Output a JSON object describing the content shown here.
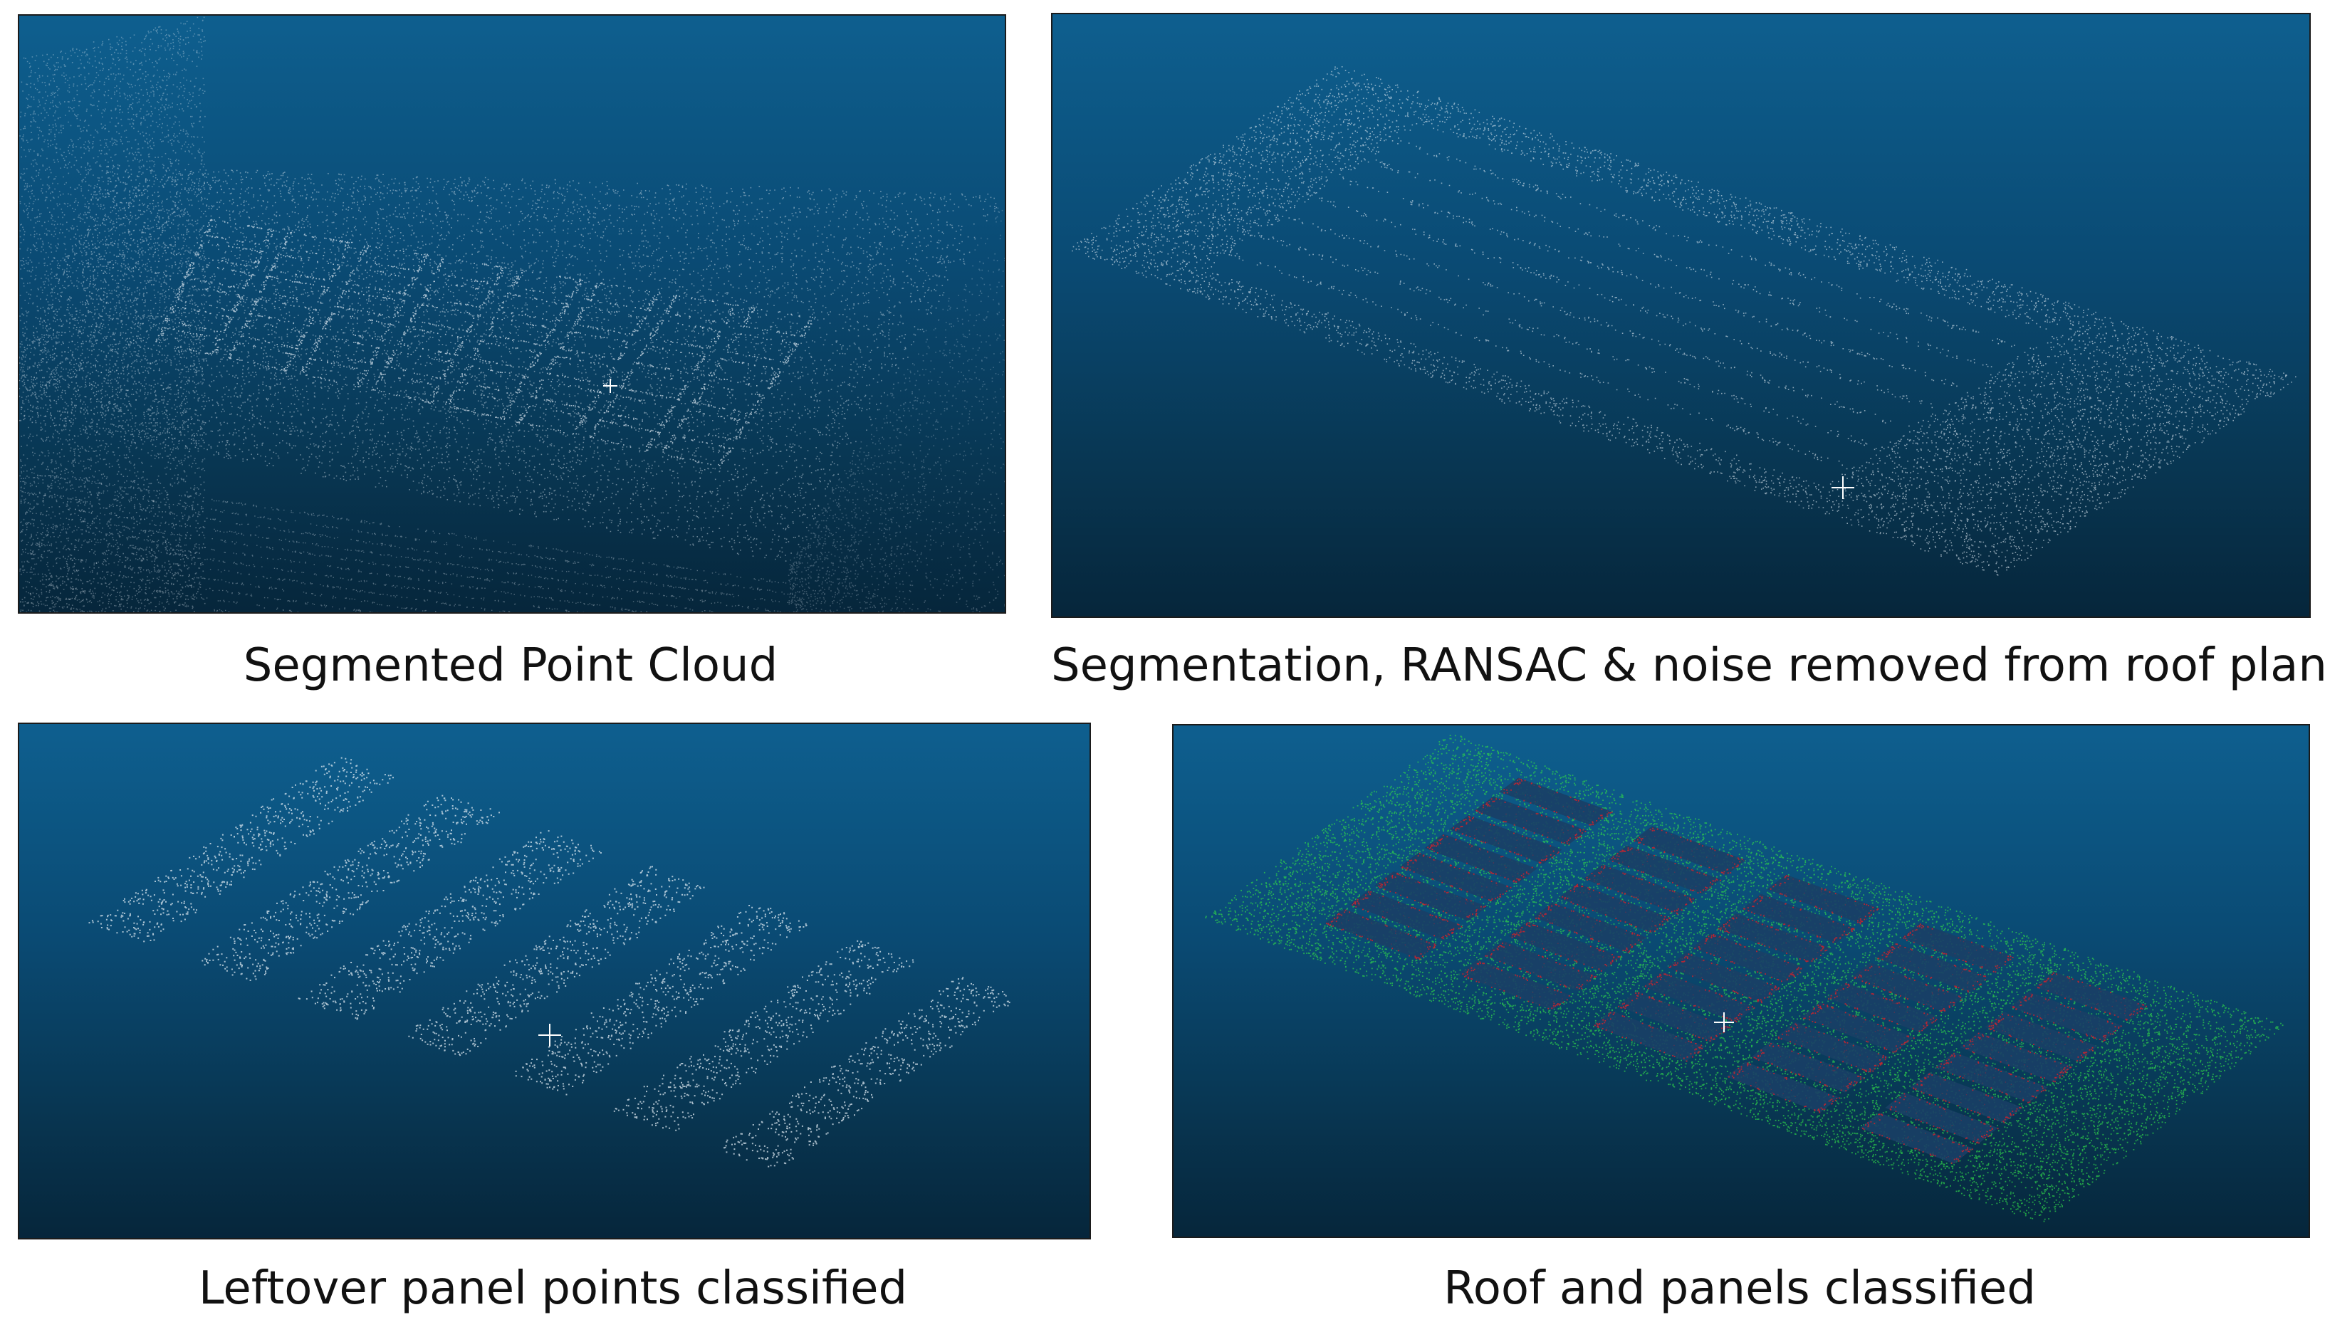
{
  "figure": {
    "panels": [
      {
        "id": "segmented",
        "caption": "Segmented Point Cloud",
        "render": "white-point-cloud",
        "cursor_icon": "crosshair-icon"
      },
      {
        "id": "ransac",
        "caption": "Segmentation, RANSAC & noise removed from roof plane",
        "render": "white-point-cloud",
        "cursor_icon": "crosshair-icon"
      },
      {
        "id": "leftover",
        "caption": "Leftover panel points classified",
        "render": "white-point-cloud",
        "cursor_icon": "crosshair-icon"
      },
      {
        "id": "classified",
        "caption": "Roof and panels classified",
        "render": "classified-point-cloud",
        "cursor_icon": "crosshair-icon"
      }
    ],
    "colors": {
      "background_top": "#0e5f8f",
      "background_bottom": "#06263b",
      "points": "#dfe9f2",
      "roof_class": "#2fd64a",
      "panel_class": "#c8232e",
      "caption_text": "#111111"
    }
  }
}
